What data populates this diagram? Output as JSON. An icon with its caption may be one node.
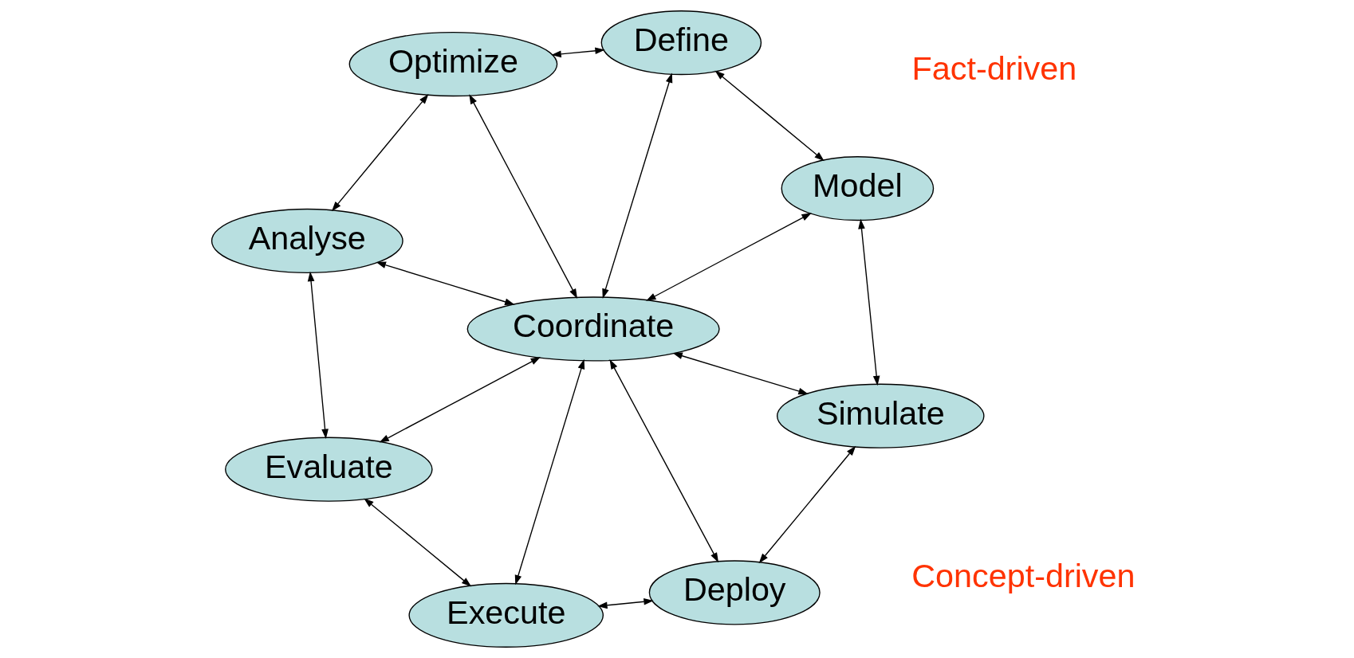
{
  "diagram": {
    "nodes": [
      {
        "text": [
          "Define"
        ]
      },
      {
        "text": [
          "Optimize"
        ]
      },
      {
        "text": [
          "Model"
        ]
      },
      {
        "text": [
          "Analyse"
        ]
      },
      {
        "text": [
          "Coordinate"
        ]
      },
      {
        "text": [
          "Simulate"
        ]
      },
      {
        "text": [
          "Evaluate"
        ]
      },
      {
        "text": [
          "Deploy"
        ]
      },
      {
        "text": [
          "Execute"
        ]
      }
    ],
    "edges": [
      {
        "from": 1,
        "to": 0,
        "arrow": "both"
      },
      {
        "from": 0,
        "to": 2,
        "arrow": "both"
      },
      {
        "from": 2,
        "to": 5,
        "arrow": "both"
      },
      {
        "from": 5,
        "to": 7,
        "arrow": "both"
      },
      {
        "from": 8,
        "to": 7,
        "arrow": "both"
      },
      {
        "from": 6,
        "to": 8,
        "arrow": "both"
      },
      {
        "from": 3,
        "to": 6,
        "arrow": "both"
      },
      {
        "from": 1,
        "to": 3,
        "arrow": "both"
      },
      {
        "from": 0,
        "to": 4,
        "arrow": "both"
      },
      {
        "from": 1,
        "to": 4,
        "arrow": "both"
      },
      {
        "from": 4,
        "to": 2,
        "arrow": "both"
      },
      {
        "from": 3,
        "to": 4,
        "arrow": "both"
      },
      {
        "from": 4,
        "to": 5,
        "arrow": "both"
      },
      {
        "from": 4,
        "to": 6,
        "arrow": "both"
      },
      {
        "from": 4,
        "to": 7,
        "arrow": "both"
      },
      {
        "from": 4,
        "to": 8,
        "arrow": "both"
      }
    ],
    "labels": [
      "Concept-driven",
      "Fact-driven"
    ]
  }
}
